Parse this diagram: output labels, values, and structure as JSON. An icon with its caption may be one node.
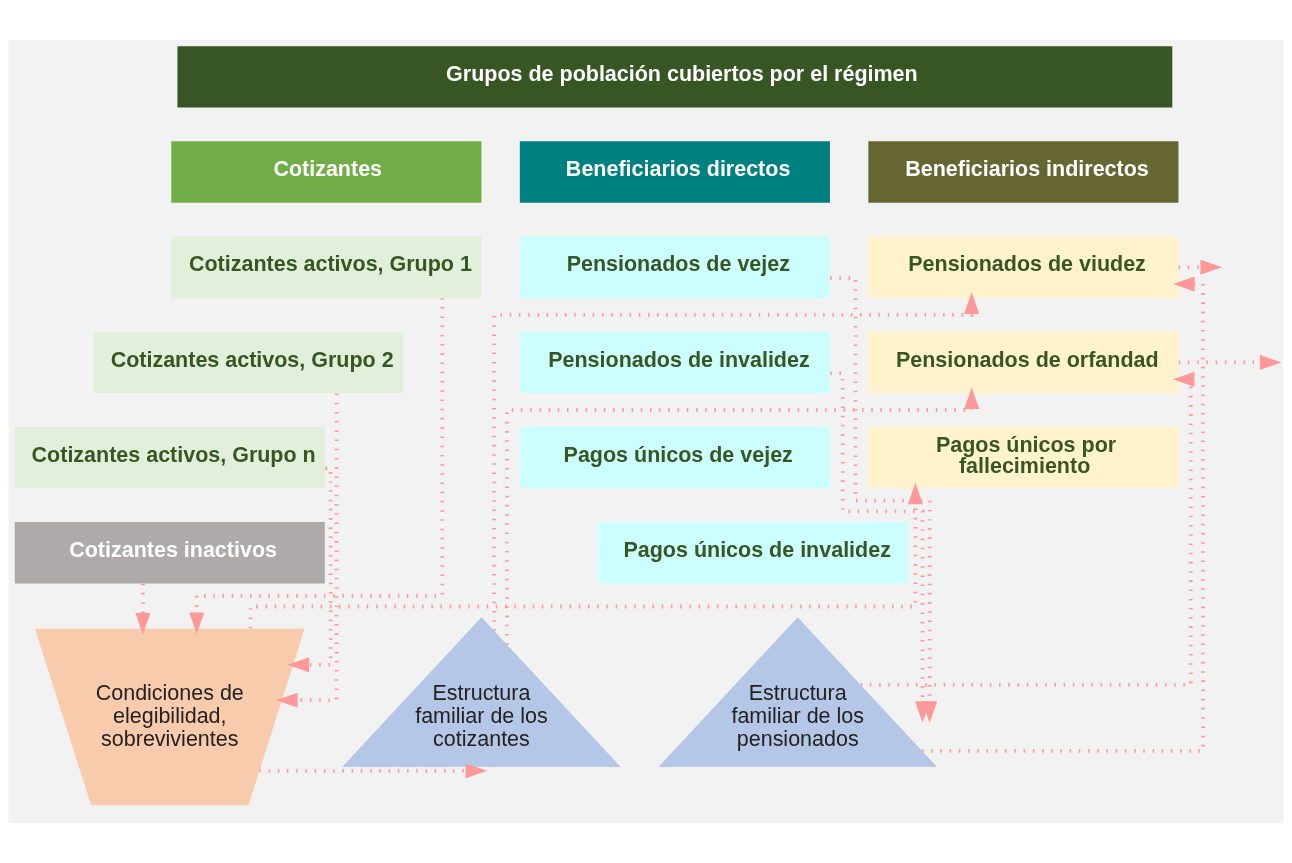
{
  "diagram": {
    "nodes": [
      {
        "text": [
          "Grupos de población cubiertos por el régimen"
        ]
      },
      {
        "text": [
          "Cotizantes"
        ]
      },
      {
        "text": [
          "Beneficiarios directos"
        ]
      },
      {
        "text": [
          "Beneficiarios indirectos"
        ]
      },
      {
        "text": [
          "Cotizantes activos, Grupo 1"
        ]
      },
      {
        "text": [
          "Cotizantes activos, Grupo 2"
        ]
      },
      {
        "text": [
          "Cotizantes activos, Grupo n"
        ]
      },
      {
        "text": [
          "Cotizantes inactivos"
        ]
      },
      {
        "text": [
          "Pensionados de vejez"
        ]
      },
      {
        "text": [
          "Pensionados de invalidez"
        ]
      },
      {
        "text": [
          "Pagos únicos de vejez"
        ]
      },
      {
        "text": [
          "Pagos únicos de invalidez"
        ]
      },
      {
        "text": [
          "Pensionados de viudez"
        ]
      },
      {
        "text": [
          "Pensionados de orfandad"
        ]
      },
      {
        "text": [
          "Pagos únicos por fallecimiento"
        ]
      },
      {
        "text": [
          "Condiciones de elegibilidad, sobrevivientes"
        ]
      },
      {
        "text": [
          "Estructura familiar de los cotizantes"
        ]
      },
      {
        "text": [
          "Estructura familiar de los pensionados"
        ]
      }
    ],
    "edges": [
      {
        "from": 4,
        "to": 15,
        "arrow": "to",
        "style": "dashed"
      },
      {
        "from": 5,
        "to": 15,
        "arrow": "to",
        "style": "dashed"
      },
      {
        "from": 6,
        "to": 15,
        "arrow": "to",
        "style": "dashed"
      },
      {
        "from": 7,
        "to": 15,
        "arrow": "to",
        "style": "dashed"
      },
      {
        "from": 15,
        "to": 16,
        "arrow": "to",
        "style": "dashed"
      },
      {
        "from": 8,
        "to": 17,
        "arrow": "to",
        "style": "dashed"
      },
      {
        "from": 9,
        "to": 17,
        "arrow": "to",
        "style": "dashed"
      },
      {
        "from": 17,
        "to": 12,
        "arrow": "to",
        "style": "dashed"
      },
      {
        "from": 17,
        "to": 13,
        "arrow": "to",
        "style": "dashed"
      },
      {
        "from": 16,
        "to": 12,
        "arrow": "to",
        "style": "dashed"
      },
      {
        "from": 16,
        "to": 13,
        "arrow": "to",
        "style": "dashed"
      },
      {
        "from": 15,
        "to": 14,
        "arrow": "to",
        "style": "dashed"
      },
      {
        "from": 12,
        "to": null,
        "arrow": "to",
        "style": "dashed"
      },
      {
        "from": 13,
        "to": null,
        "arrow": "to",
        "style": "dashed"
      }
    ]
  }
}
